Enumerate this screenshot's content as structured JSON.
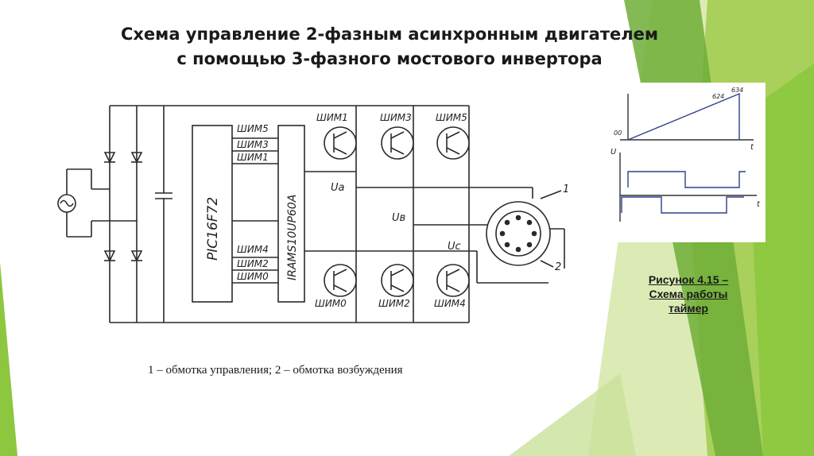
{
  "title": {
    "line1": "Схема управление 2-фазным асинхронным двигателем",
    "line2": "с помощью 3-фазного мостового инвертора"
  },
  "schematic": {
    "controller": "PIC16F72",
    "driver": "IRAMS10UP60A",
    "pwm_top": [
      "ШИМ5",
      "ШИМ3",
      "ШИМ1"
    ],
    "pwm_bottom": [
      "ШИМ4",
      "ШИМ2",
      "ШИМ0"
    ],
    "switch_top": [
      "ШИМ1",
      "ШИМ3",
      "ШИМ5"
    ],
    "switch_bottom": [
      "ШИМ0",
      "ШИМ2",
      "ШИМ4"
    ],
    "phase_a": "Ua",
    "phase_b": "Uв",
    "phase_c": "Uc",
    "winding_1": "1",
    "winding_2": "2"
  },
  "timing": {
    "t_label": "t",
    "u_label": "U",
    "tick_00": "00",
    "tick_624": "624",
    "tick_634": "634"
  },
  "caption": {
    "line1": "Рисунок 4.15 –",
    "line2": "Схема работы",
    "line3": "таймер"
  },
  "legend": "1 – обмотка управления; 2 – обмотка возбуждения",
  "colors": {
    "green_light": "#c5de8c",
    "green_mid": "#8dc63f",
    "green_dark": "#5b9e31",
    "line": "#2a2a2a",
    "timing_line": "#2e3f8f"
  }
}
